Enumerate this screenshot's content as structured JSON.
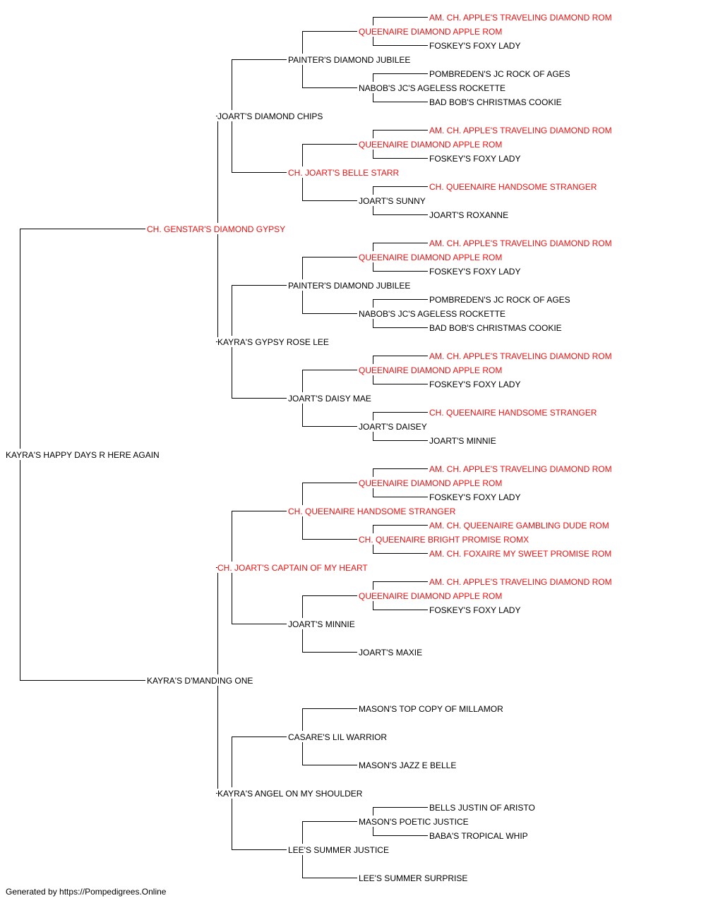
{
  "colors": {
    "champion": "#ee1111",
    "regular": "#000000",
    "line": "#000000"
  },
  "subject": {
    "name": "KAYRA'S HAPPY DAYS R HERE AGAIN",
    "champion": false
  },
  "generation1": [
    {
      "name": "CH. GENSTAR'S DIAMOND GYPSY",
      "champion": true
    },
    {
      "name": "KAYRA'S D'MANDING ONE",
      "champion": false
    }
  ],
  "generation2": [
    {
      "name": "JOART'S DIAMOND CHIPS",
      "champion": false
    },
    {
      "name": "KAYRA'S GYPSY ROSE LEE",
      "champion": false
    },
    {
      "name": "CH. JOART'S CAPTAIN OF MY HEART",
      "champion": true
    },
    {
      "name": "KAYRA'S ANGEL ON MY SHOULDER",
      "champion": false
    }
  ],
  "generation3": [
    {
      "name": "PAINTER'S DIAMOND JUBILEE",
      "champion": false
    },
    {
      "name": "CH. JOART'S BELLE STARR",
      "champion": true
    },
    {
      "name": "PAINTER'S DIAMOND JUBILEE",
      "champion": false
    },
    {
      "name": "JOART'S DAISY MAE",
      "champion": false
    },
    {
      "name": "CH. QUEENAIRE HANDSOME STRANGER",
      "champion": true
    },
    {
      "name": "JOART'S MINNIE",
      "champion": false
    },
    {
      "name": "CASARE'S LIL WARRIOR",
      "champion": false
    },
    {
      "name": "LEE'S SUMMER JUSTICE",
      "champion": false
    }
  ],
  "generation4": [
    {
      "name": "QUEENAIRE DIAMOND APPLE ROM",
      "champion": true
    },
    {
      "name": "NABOB'S JC'S AGELESS ROCKETTE",
      "champion": false
    },
    {
      "name": "QUEENAIRE DIAMOND APPLE ROM",
      "champion": true
    },
    {
      "name": "JOART'S SUNNY",
      "champion": false
    },
    {
      "name": "QUEENAIRE DIAMOND APPLE ROM",
      "champion": true
    },
    {
      "name": "NABOB'S JC'S AGELESS ROCKETTE",
      "champion": false
    },
    {
      "name": "QUEENAIRE DIAMOND APPLE ROM",
      "champion": true
    },
    {
      "name": "JOART'S DAISEY",
      "champion": false
    },
    {
      "name": "QUEENAIRE DIAMOND APPLE ROM",
      "champion": true
    },
    {
      "name": "CH. QUEENAIRE BRIGHT PROMISE ROMX",
      "champion": true
    },
    {
      "name": "QUEENAIRE DIAMOND APPLE ROM",
      "champion": true
    },
    {
      "name": "JOART'S MAXIE",
      "champion": false
    },
    {
      "name": "MASON'S TOP COPY OF MILLAMOR",
      "champion": false
    },
    {
      "name": "MASON'S JAZZ E BELLE",
      "champion": false
    },
    {
      "name": "MASON'S POETIC JUSTICE",
      "champion": false
    },
    {
      "name": "LEE'S SUMMER SURPRISE",
      "champion": false
    }
  ],
  "generation5": [
    {
      "name": "AM. CH. APPLE'S TRAVELING DIAMOND ROM",
      "champion": true
    },
    {
      "name": "FOSKEY'S FOXY LADY",
      "champion": false
    },
    {
      "name": "POMBREDEN'S JC ROCK OF AGES",
      "champion": false
    },
    {
      "name": "BAD BOB'S CHRISTMAS COOKIE",
      "champion": false
    },
    {
      "name": "AM. CH. APPLE'S TRAVELING DIAMOND ROM",
      "champion": true
    },
    {
      "name": "FOSKEY'S FOXY LADY",
      "champion": false
    },
    {
      "name": "CH. QUEENAIRE HANDSOME STRANGER",
      "champion": true
    },
    {
      "name": "JOART'S ROXANNE",
      "champion": false
    },
    {
      "name": "AM. CH. APPLE'S TRAVELING DIAMOND ROM",
      "champion": true
    },
    {
      "name": "FOSKEY'S FOXY LADY",
      "champion": false
    },
    {
      "name": "POMBREDEN'S JC ROCK OF AGES",
      "champion": false
    },
    {
      "name": "BAD BOB'S CHRISTMAS COOKIE",
      "champion": false
    },
    {
      "name": "AM. CH. APPLE'S TRAVELING DIAMOND ROM",
      "champion": true
    },
    {
      "name": "FOSKEY'S FOXY LADY",
      "champion": false
    },
    {
      "name": "CH. QUEENAIRE HANDSOME STRANGER",
      "champion": true
    },
    {
      "name": "JOART'S MINNIE",
      "champion": false
    },
    {
      "name": "AM. CH. APPLE'S TRAVELING DIAMOND ROM",
      "champion": true
    },
    {
      "name": "FOSKEY'S FOXY LADY",
      "champion": false
    },
    {
      "name": "AM. CH. QUEENAIRE GAMBLING DUDE ROM",
      "champion": true
    },
    {
      "name": "AM. CH. FOXAIRE MY SWEET PROMISE ROM",
      "champion": true
    },
    {
      "name": "AM. CH. APPLE'S TRAVELING DIAMOND ROM",
      "champion": true
    },
    {
      "name": "FOSKEY'S FOXY LADY",
      "champion": false
    },
    null,
    null,
    null,
    null,
    null,
    null,
    {
      "name": "BELLS JUSTIN OF ARISTO",
      "champion": false
    },
    {
      "name": "BABA'S TROPICAL WHIP",
      "champion": false
    },
    null,
    null
  ],
  "footer": {
    "text": "Generated by https://Pompedigrees.Online"
  }
}
